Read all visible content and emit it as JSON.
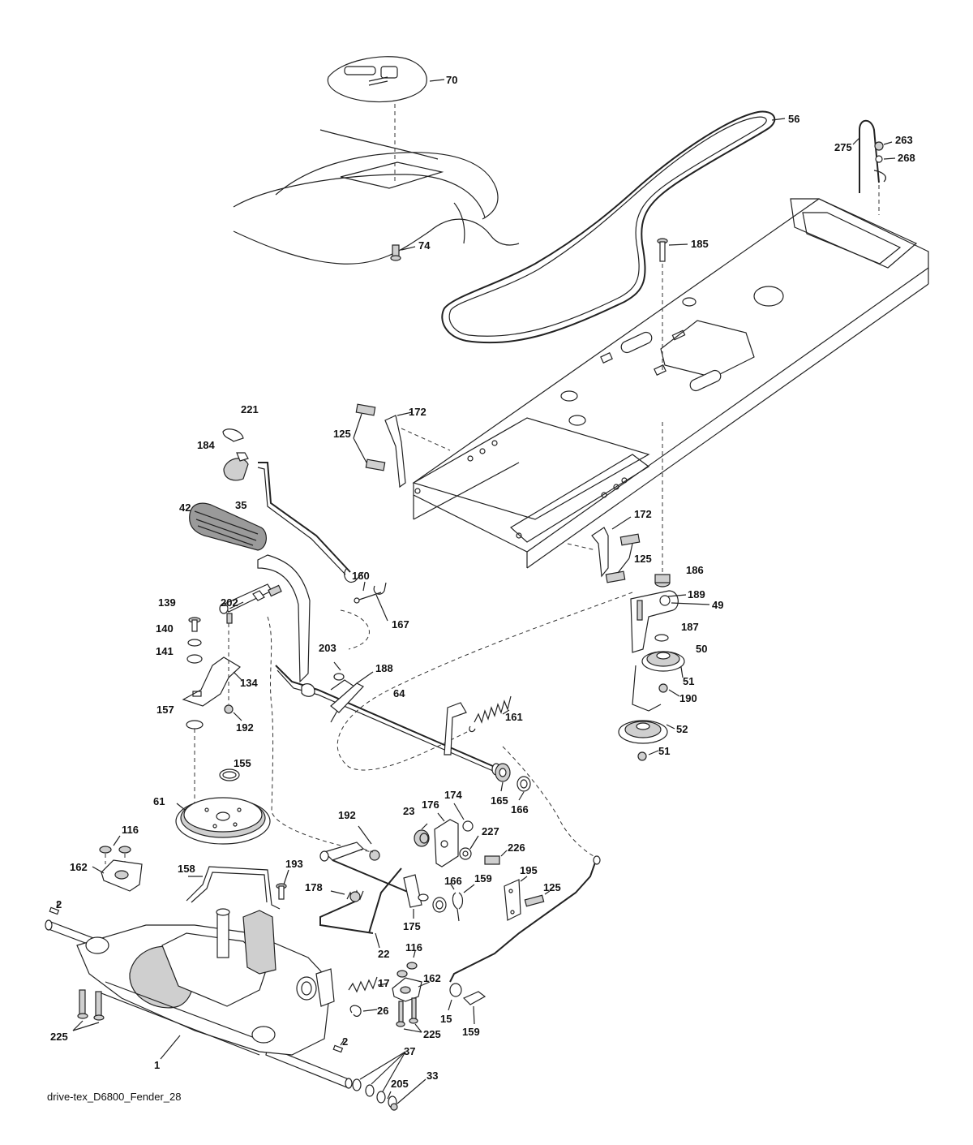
{
  "caption": "drive-tex_D6800_Fender_28",
  "parts": [
    {
      "id": "fender-cover",
      "label": "70"
    },
    {
      "id": "drive-belt",
      "label": "56"
    },
    {
      "id": "spring-clip",
      "label": "275"
    },
    {
      "id": "bolt-263",
      "label": "263"
    },
    {
      "id": "washer-268",
      "label": "268"
    },
    {
      "id": "screw-74",
      "label": "74"
    },
    {
      "id": "bolt-185",
      "label": "185"
    },
    {
      "id": "hairpin-221",
      "label": "221"
    },
    {
      "id": "knob-184",
      "label": "184"
    },
    {
      "id": "rod-35",
      "label": "35"
    },
    {
      "id": "bolt-125-a",
      "label": "125"
    },
    {
      "id": "bracket-172-a",
      "label": "172"
    },
    {
      "id": "bracket-172-b",
      "label": "172"
    },
    {
      "id": "bolt-125-b",
      "label": "125"
    },
    {
      "id": "pedal-pad",
      "label": "42"
    },
    {
      "id": "spacer-186",
      "label": "186"
    },
    {
      "id": "bolt-189",
      "label": "189"
    },
    {
      "id": "idler-arm-49",
      "label": "49"
    },
    {
      "id": "clip-160",
      "label": "160"
    },
    {
      "id": "pin-167",
      "label": "167"
    },
    {
      "id": "bolt-139",
      "label": "139"
    },
    {
      "id": "shaft-202",
      "label": "202"
    },
    {
      "id": "washer-140",
      "label": "140"
    },
    {
      "id": "washer-141",
      "label": "141"
    },
    {
      "id": "bracket-134",
      "label": "134"
    },
    {
      "id": "washer-157",
      "label": "157"
    },
    {
      "id": "nut-192-a",
      "label": "192"
    },
    {
      "id": "washer-203",
      "label": "203"
    },
    {
      "id": "lever-188",
      "label": "188"
    },
    {
      "id": "shaft-64",
      "label": "64"
    },
    {
      "id": "spring-161",
      "label": "161"
    },
    {
      "id": "washer-187",
      "label": "187"
    },
    {
      "id": "pulley-50",
      "label": "50"
    },
    {
      "id": "nut-51-a",
      "label": "51"
    },
    {
      "id": "belt-guide-190",
      "label": "190"
    },
    {
      "id": "pulley-52",
      "label": "52"
    },
    {
      "id": "nut-51-b",
      "label": "51"
    },
    {
      "id": "ring-155",
      "label": "155"
    },
    {
      "id": "pulley-61",
      "label": "61"
    },
    {
      "id": "bushing-165",
      "label": "165"
    },
    {
      "id": "washer-166-a",
      "label": "166"
    },
    {
      "id": "bushing-23",
      "label": "23"
    },
    {
      "id": "bracket-176",
      "label": "176"
    },
    {
      "id": "washer-174",
      "label": "174"
    },
    {
      "id": "nut-192-b",
      "label": "192"
    },
    {
      "id": "nut-116-a",
      "label": "116"
    },
    {
      "id": "washer-227",
      "label": "227"
    },
    {
      "id": "bolt-226",
      "label": "226"
    },
    {
      "id": "bracket-162-a",
      "label": "162"
    },
    {
      "id": "fan-guard-158",
      "label": "158"
    },
    {
      "id": "bolt-193",
      "label": "193"
    },
    {
      "id": "washer-166-b",
      "label": "166"
    },
    {
      "id": "clip-159-a",
      "label": "159"
    },
    {
      "id": "plate-195",
      "label": "195"
    },
    {
      "id": "bolt-125-c",
      "label": "125"
    },
    {
      "id": "spring-178",
      "label": "178"
    },
    {
      "id": "key-2-a",
      "label": "2"
    },
    {
      "id": "arm-175",
      "label": "175"
    },
    {
      "id": "rod-22",
      "label": "22"
    },
    {
      "id": "nut-116-b",
      "label": "116"
    },
    {
      "id": "spring-17",
      "label": "17"
    },
    {
      "id": "bracket-162-b",
      "label": "162"
    },
    {
      "id": "spring-26",
      "label": "26"
    },
    {
      "id": "washer-15",
      "label": "15"
    },
    {
      "id": "bolt-225-a",
      "label": "225"
    },
    {
      "id": "bolt-225-b",
      "label": "225"
    },
    {
      "id": "clip-159-b",
      "label": "159"
    },
    {
      "id": "key-2-b",
      "label": "2"
    },
    {
      "id": "transaxle",
      "label": "1"
    },
    {
      "id": "washer-37",
      "label": "37"
    },
    {
      "id": "washer-205",
      "label": "205"
    },
    {
      "id": "ring-33",
      "label": "33"
    }
  ]
}
